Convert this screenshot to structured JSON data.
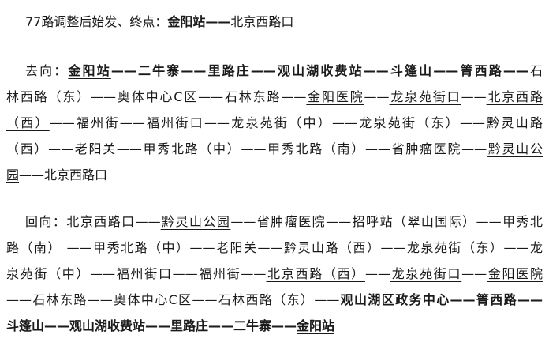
{
  "title": [
    {
      "t": "77路调整后始发、终点：",
      "b": false,
      "u": false
    },
    {
      "t": "金阳站——",
      "b": true,
      "u": false
    },
    {
      "t": "北京西路口",
      "b": false,
      "u": false
    }
  ],
  "outbound": [
    [
      {
        "t": "去向：",
        "b": false,
        "u": false
      },
      {
        "t": "金阳站",
        "b": true,
        "u": true
      },
      {
        "t": "——二牛寨——里路庄——观山湖收费站——斗篷山——箐西路——",
        "b": true,
        "u": false
      },
      {
        "t": "石",
        "b": false,
        "u": false
      }
    ],
    [
      {
        "t": "林西路（东）——奥体中心C区——石林东路——",
        "b": false,
        "u": false
      },
      {
        "t": "金阳医院",
        "b": false,
        "u": true
      },
      {
        "t": "——",
        "b": false,
        "u": false
      },
      {
        "t": "龙泉苑街口",
        "b": false,
        "u": true
      },
      {
        "t": "——",
        "b": false,
        "u": false
      },
      {
        "t": "北京西路",
        "b": false,
        "u": true
      }
    ],
    [
      {
        "t": "（西）",
        "b": false,
        "u": true
      },
      {
        "t": "——福州街——福州街口——龙泉苑街（中）——龙泉苑街（东）——黔灵山路",
        "b": false,
        "u": false
      }
    ],
    [
      {
        "t": "（西）——老阳关——甲秀北路（中）——甲秀北路（南）——省肿瘤医院——",
        "b": false,
        "u": false
      },
      {
        "t": "黔灵山公",
        "b": false,
        "u": true
      }
    ],
    [
      {
        "t": "园",
        "b": false,
        "u": true
      },
      {
        "t": "——北京西路口",
        "b": false,
        "u": false
      }
    ]
  ],
  "inbound": [
    [
      {
        "t": "回向：北京西路口——",
        "b": false,
        "u": false
      },
      {
        "t": "黔灵山公园",
        "b": false,
        "u": true
      },
      {
        "t": "——省肿瘤医院——招呼站（翠山国际）——甲秀北",
        "b": false,
        "u": false
      }
    ],
    [
      {
        "t": "路（南） ——甲秀北路（中）——老阳关——黔灵山路（西）——龙泉苑街（东）——龙",
        "b": false,
        "u": false
      }
    ],
    [
      {
        "t": "泉苑街（中）——福州街口——福州街——",
        "b": false,
        "u": false
      },
      {
        "t": "北京西路（西）",
        "b": false,
        "u": true
      },
      {
        "t": "——",
        "b": false,
        "u": false
      },
      {
        "t": "龙泉苑街口",
        "b": false,
        "u": true
      },
      {
        "t": "——",
        "b": false,
        "u": false
      },
      {
        "t": "金阳医院",
        "b": false,
        "u": true
      }
    ],
    [
      {
        "t": "——石林东路——奥体中心C区——石林西路（东）——",
        "b": false,
        "u": false
      },
      {
        "t": "观山湖区政务中心——箐西路——",
        "b": true,
        "u": false
      }
    ],
    [
      {
        "t": "斗篷山——观山湖收费站——里路庄——二牛寨——",
        "b": true,
        "u": false
      },
      {
        "t": "金阳站",
        "b": true,
        "u": true
      }
    ]
  ]
}
